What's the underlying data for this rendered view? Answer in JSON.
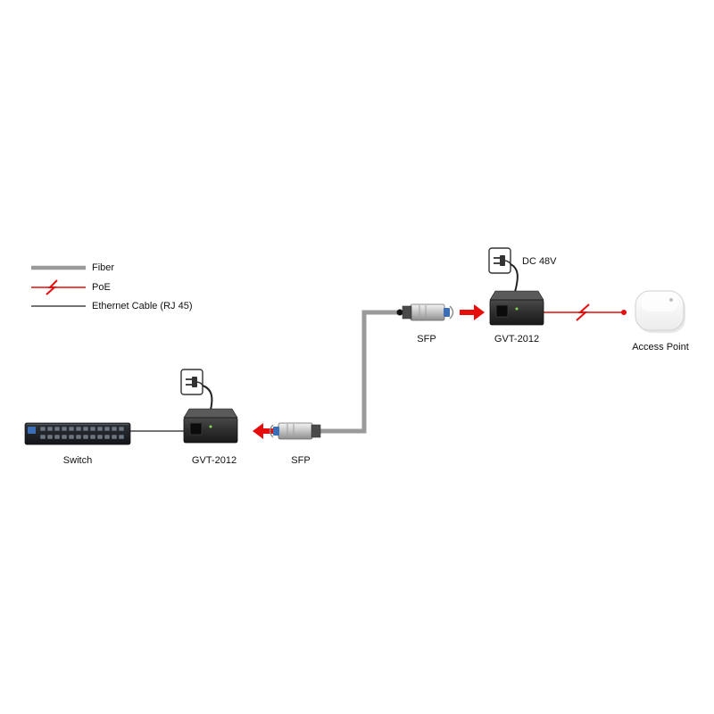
{
  "legend": {
    "fiber_label": "Fiber",
    "poe_label": "PoE",
    "ethernet_label": "Ethernet Cable (RJ 45)"
  },
  "labels": {
    "switch": "Switch",
    "converter_lower": "GVT-2012",
    "sfp_lower": "SFP",
    "sfp_upper": "SFP",
    "converter_upper": "GVT-2012",
    "access_point": "Access Point",
    "dc_power": "DC 48V"
  },
  "colors": {
    "fiber": "#9a9a9a",
    "poe": "#e60d0d",
    "ethernet": "#222222",
    "arrow": "#e60d0d"
  }
}
